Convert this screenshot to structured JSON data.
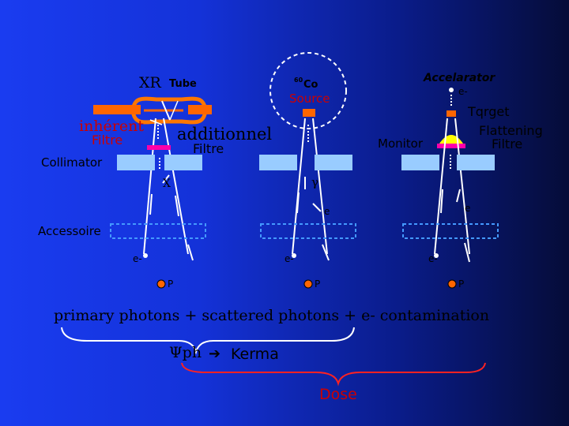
{
  "labels": {
    "xr_tube_main": "XR",
    "xr_tube_sub": "Tube",
    "co_sup": "60",
    "co_name": "Co",
    "source": "Source",
    "accelerator": "Accelarator",
    "electron_top": "e-",
    "target": "Tqrget",
    "flattening_1": "Flattening",
    "flattening_2": "Filtre",
    "inherent": "inhérent",
    "inherent_filtre": "Filtre",
    "additionnel": "additionnel",
    "additionnel_filtre": "Filtre",
    "collimator": "Collimator",
    "monitor": "Monitor",
    "x_symbol": "X",
    "gamma_symbol": "γ",
    "e_mid_co": "e",
    "e_mid_acc": "e",
    "accessoire": "Accessoire",
    "e_low_1": "e-",
    "e_low_2": "e-",
    "e_low_3": "e-",
    "p1": "P",
    "p2": "P",
    "p3": "P",
    "equation": "primary photons + scattered photons + e- contamination",
    "psi": "Ψph",
    "arrow": "➔",
    "kerma": "Kerma",
    "dose": "Dose"
  },
  "colors": {
    "text": "#000000",
    "source_orange": "#ff6600",
    "magenta": "#ff00aa",
    "accessory_dash": "#4499ff",
    "brace_white": "#ffffff",
    "brace_red": "#ff2222",
    "dose_red": "#cc0000",
    "collimator_fill": "#99ccff"
  }
}
